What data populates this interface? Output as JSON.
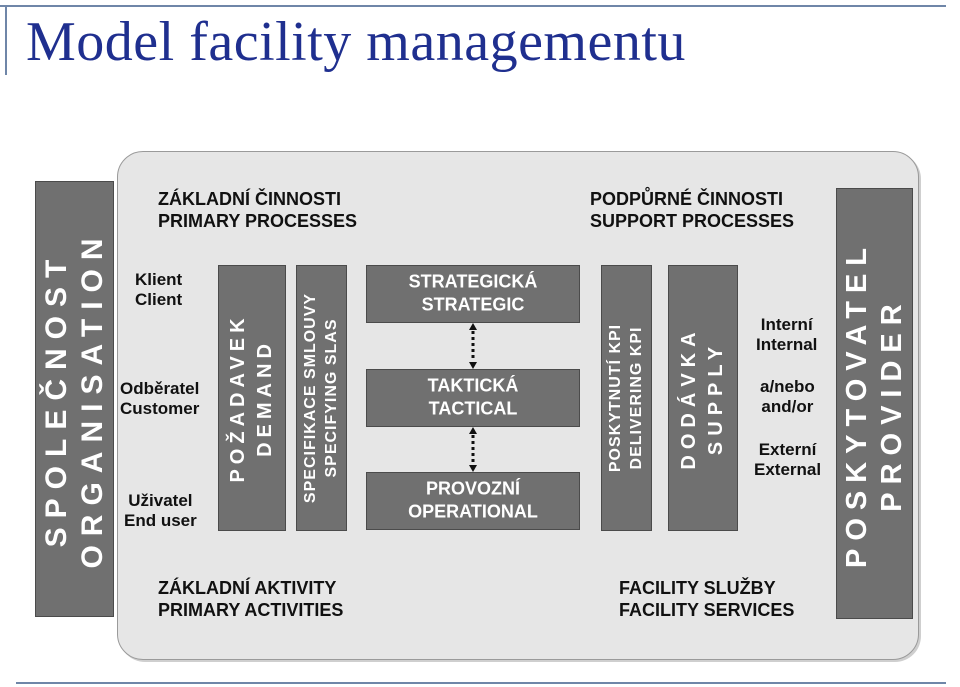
{
  "title": "Model facility managementu",
  "organisation": {
    "cz": "SPOLEČNOST",
    "en": "ORGANISATION"
  },
  "provider": {
    "cz": "POSKYTOVATEL",
    "en": "PROVIDER"
  },
  "headings": {
    "primary_processes": {
      "cz": "ZÁKLADNÍ ČINNOSTI",
      "en": "PRIMARY PROCESSES"
    },
    "support_processes": {
      "cz": "PODPŮRNÉ ČINNOSTI",
      "en": "SUPPORT PROCESSES"
    },
    "primary_activities": {
      "cz": "ZÁKLADNÍ AKTIVITY",
      "en": "PRIMARY ACTIVITIES"
    },
    "facility_services": {
      "cz": "FACILITY SLUŽBY",
      "en": "FACILITY SERVICES"
    }
  },
  "client_roles": [
    {
      "cz": "Klient",
      "en": "Client"
    },
    {
      "cz": "Odběratel",
      "en": "Customer"
    },
    {
      "cz": "Uživatel",
      "en": "End user"
    }
  ],
  "demand": {
    "cz": "POŽADAVEK",
    "en": "DEMAND"
  },
  "sla": {
    "cz": "SPECIFIKACE SMLOUVY",
    "en": "SPECIFYING SLAS"
  },
  "levels": [
    {
      "cz": "STRATEGICKÁ",
      "en": "STRATEGIC"
    },
    {
      "cz": "TAKTICKÁ",
      "en": "TACTICAL"
    },
    {
      "cz": "PROVOZNÍ",
      "en": "OPERATIONAL"
    }
  ],
  "kpi": {
    "cz": "POSKYTNUTÍ KPI",
    "en": "DELIVERING KPI"
  },
  "supply": {
    "cz": "DODÁVKA",
    "en": "SUPPLY"
  },
  "provider_types": [
    {
      "cz": "Interní",
      "en": "Internal"
    },
    {
      "cz": "a/nebo",
      "en": "and/or"
    },
    {
      "cz": "Externí",
      "en": "External"
    }
  ]
}
